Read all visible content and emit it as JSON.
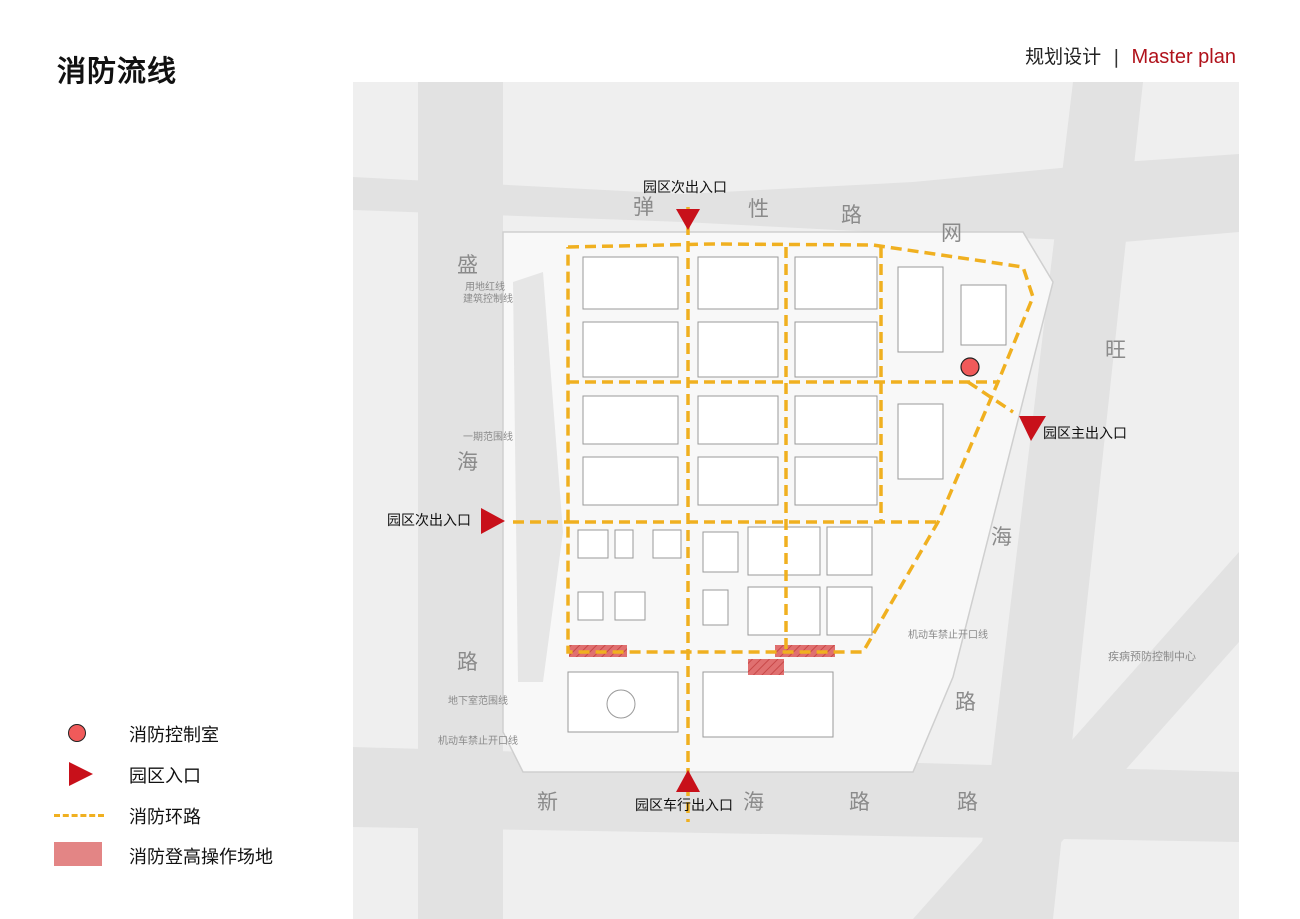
{
  "page": {
    "title": "消防流线",
    "section_cn": "规划设计",
    "section_sep": "|",
    "section_en": "Master plan"
  },
  "plan": {
    "entrance_labels": {
      "north": "园区次出入口",
      "west": "园区次出入口",
      "east": "园区主出入口",
      "south": "园区车行出入口"
    },
    "road_chars": [
      "弹",
      "性",
      "路",
      "网",
      "盛",
      "海",
      "路",
      "旺",
      "海",
      "路",
      "路",
      "新",
      "海",
      "路"
    ],
    "map_notes": [
      "疾病预防控制中心",
      "机动车禁止开口线",
      "机动车禁止开口线",
      "一期范围线",
      "用地红线",
      "建筑控制线",
      "地下室范围线"
    ],
    "colors": {
      "fire_route": "#f0b020",
      "entrance_marker": "#c8101a",
      "control_room": "#f05a5a",
      "climbing_area": "#e07878",
      "accent": "#b0121b"
    }
  },
  "legend": [
    {
      "icon": "control-room-dot",
      "label": "消防控制室"
    },
    {
      "icon": "entrance-triangle",
      "label": "园区入口"
    },
    {
      "icon": "dashed-route-line",
      "label": "消防环路"
    },
    {
      "icon": "hatched-red-pad",
      "label": "消防登高操作场地"
    }
  ]
}
